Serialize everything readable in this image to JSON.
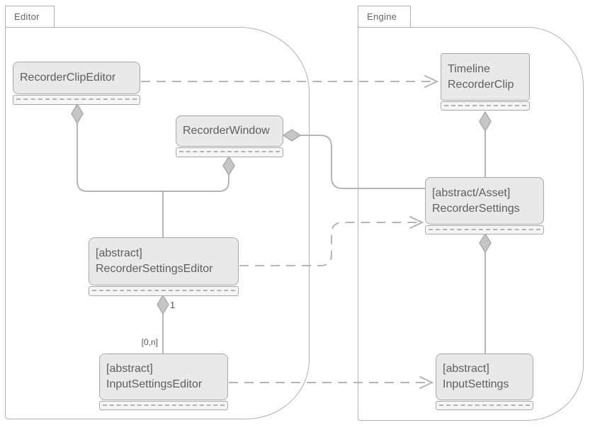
{
  "packages": {
    "editor": {
      "label": "Editor"
    },
    "engine": {
      "label": "Engine"
    }
  },
  "nodes": {
    "recorder_clip_editor": {
      "lines": [
        "RecorderClipEditor"
      ]
    },
    "recorder_window": {
      "lines": [
        "RecorderWindow"
      ]
    },
    "recorder_settings_editor": {
      "lines": [
        "[abstract]",
        "RecorderSettingsEditor"
      ]
    },
    "input_settings_editor": {
      "lines": [
        "[abstract]",
        "InputSettingsEditor"
      ]
    },
    "timeline_recorder_clip": {
      "lines": [
        "Timeline",
        "RecorderClip"
      ]
    },
    "recorder_settings": {
      "lines": [
        "[abstract/Asset]",
        "RecorderSettings"
      ]
    },
    "input_settings": {
      "lines": [
        "[abstract]",
        "InputSettings"
      ]
    }
  },
  "edge_labels": {
    "multiplicity_one": "1",
    "multiplicity_zero_n": "[0,n]"
  },
  "colors": {
    "background": "#ffffff",
    "package_border": "#b0b0b0",
    "node_fill": "#e9e9e9",
    "node_border": "#a9a9a9",
    "line": "#b5b5b5",
    "diamond_fill": "#c6c6c6",
    "text": "#5e5e5e"
  }
}
